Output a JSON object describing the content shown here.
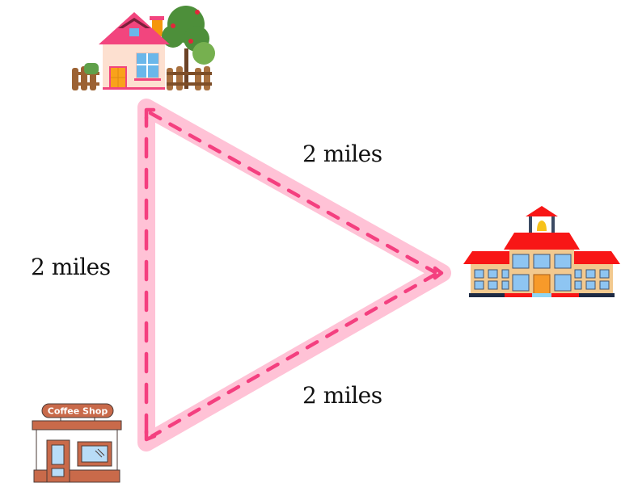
{
  "diagram": {
    "type": "route-triangle",
    "locations": [
      {
        "id": "house",
        "icon": "house-icon"
      },
      {
        "id": "school",
        "icon": "school-icon"
      },
      {
        "id": "coffee_shop",
        "icon": "coffee-shop-icon",
        "sign": "Coffee Shop"
      }
    ],
    "edges": [
      {
        "from": "house",
        "to": "school",
        "label": "2 miles"
      },
      {
        "from": "school",
        "to": "coffee_shop",
        "label": "2 miles"
      },
      {
        "from": "coffee_shop",
        "to": "house",
        "label": "2 miles"
      }
    ]
  },
  "labels": {
    "house_school": "2 miles",
    "coffee_house": "2 miles",
    "school_coffee": "2 miles"
  },
  "coffee_shop": {
    "sign": "Coffee Shop"
  },
  "colors": {
    "path_band": "#ffc2d6",
    "path_dash": "#f43f7f",
    "roof_pink": "#f2457e",
    "school_roof": "#f81616",
    "shop_brown": "#c96a4a",
    "window_blue": "#8ec5f2"
  }
}
